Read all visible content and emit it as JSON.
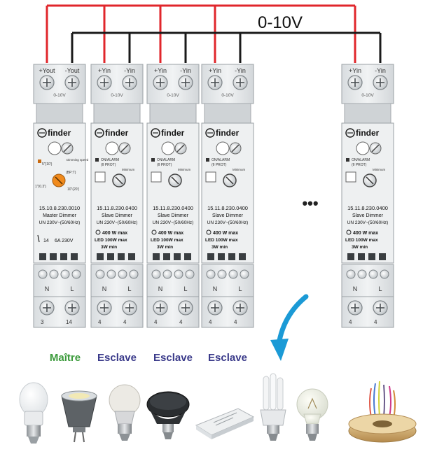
{
  "bus_label": "0-10V",
  "colors": {
    "positive_wire": "#e0262b",
    "negative_wire": "#1a1a1a",
    "arrow": "#1b9ad6",
    "master_label": "#3a9a3a",
    "slave_label": "#3a3a8a"
  },
  "master": {
    "terminal_plus": "+Yout",
    "terminal_minus": "-Yout",
    "signal": "0-10V",
    "brand": "finder",
    "model": "15.10.8.230.0010",
    "description": "Master Dimmer",
    "voltage": "UN 230V~(50/60Hz)",
    "speed_label": "Dimming speed",
    "dial_marks": [
      "5\"(10')",
      "(BP:T)",
      "1\"(0.3')",
      "10\"(20')"
    ],
    "relay": "6A 230V",
    "relay_num": "14",
    "bottom_n": "N",
    "bottom_l": "L",
    "out_left": "3",
    "out_right": "14",
    "role": "Maître"
  },
  "slave": {
    "terminal_plus": "+Yin",
    "terminal_minus": "-Yin",
    "signal": "0-10V",
    "brand": "finder",
    "model": "15.11.8.230.0400",
    "description": "Slave Dimmer",
    "voltage": "UN 230V~(50/60Hz)",
    "alarm": "ON/ALARM",
    "prot": "(θ PROT)",
    "minimum": "Minimum",
    "load_max": "400 W max",
    "led_max": "LED 100W max",
    "esl_max": "3W min",
    "bottom_n": "N",
    "bottom_l": "L",
    "out_left": "4",
    "out_right": "4",
    "role": "Esclave"
  },
  "ellipsis": "•••"
}
